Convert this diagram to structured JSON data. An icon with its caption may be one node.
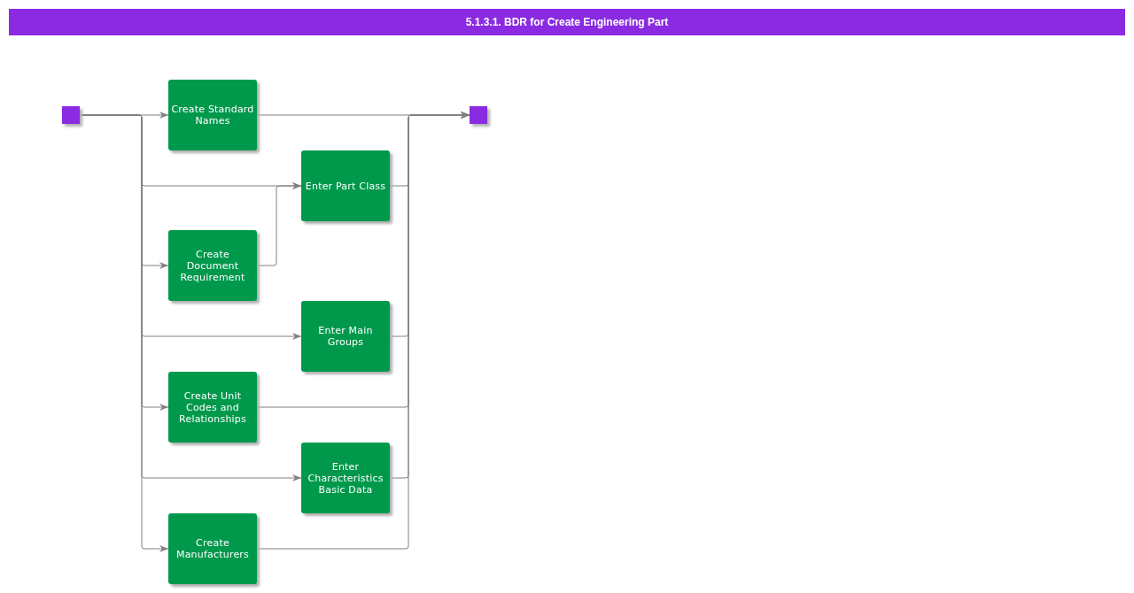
{
  "diagram": {
    "title": "5.1.3.1. BDR for Create Engineering Part",
    "nodes": [
      {
        "text": [],
        "shape": "box"
      },
      {
        "text": [
          "Create Standard Names"
        ]
      },
      {
        "text": [
          "Enter Part Class"
        ]
      },
      {
        "text": [
          "Create Document Requirement"
        ]
      },
      {
        "text": [
          "Enter Main Groups"
        ]
      },
      {
        "text": [
          "Create Unit Codes and Relationships"
        ]
      },
      {
        "text": [
          "Enter Characteristics Basic Data"
        ]
      },
      {
        "text": [
          "Create Manufacturers"
        ]
      },
      {
        "text": [],
        "shape": "box"
      }
    ],
    "edges": [
      {
        "from": 0,
        "to": 1,
        "arrow": "to"
      },
      {
        "from": 0,
        "to": 2,
        "arrow": "to"
      },
      {
        "from": 0,
        "to": 3,
        "arrow": "to"
      },
      {
        "from": 0,
        "to": 4,
        "arrow": "to"
      },
      {
        "from": 0,
        "to": 5,
        "arrow": "to"
      },
      {
        "from": 0,
        "to": 6,
        "arrow": "to"
      },
      {
        "from": 0,
        "to": 7,
        "arrow": "to"
      },
      {
        "from": 3,
        "to": 2,
        "arrow": "to"
      },
      {
        "from": 1,
        "to": 8,
        "arrow": "to"
      },
      {
        "from": 2,
        "to": 8,
        "arrow": "to"
      },
      {
        "from": 4,
        "to": 8,
        "arrow": "to"
      },
      {
        "from": 5,
        "to": 8,
        "arrow": "to"
      },
      {
        "from": 6,
        "to": 8,
        "arrow": "to"
      },
      {
        "from": 7,
        "to": 8,
        "arrow": "to"
      }
    ]
  }
}
